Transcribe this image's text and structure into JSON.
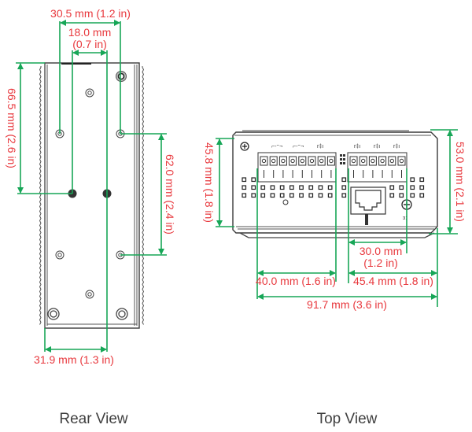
{
  "views": {
    "rear": {
      "caption": "Rear View",
      "dimensions": {
        "top_width": "30.5 mm (1.2 in)",
        "inner_width_line1": "18.0 mm",
        "inner_width_line2": "(0.7 in)",
        "left_height": "66.5 mm  (2.6 in)",
        "right_height": "62.0 mm  (2.4 in)",
        "bottom_width": "31.9 mm (1.3 in)"
      }
    },
    "top": {
      "caption": "Top View",
      "dimensions": {
        "left_height": "45.8 mm  (1.8 in)",
        "right_height": "53.0 mm  (2.1 in)",
        "port_width_line1": "30.0 mm",
        "port_width_line2": "(1.2 in)",
        "left_section": "40.0 mm  (1.6 in)",
        "right_section": "45.4 mm  (1.8 in)",
        "total_width": "91.7 mm (3.6 in)"
      }
    }
  },
  "colors": {
    "dimension_line": "#17a657",
    "dimension_text": "#e8383d",
    "caption_text": "#404040",
    "outline": "#3a3a3a"
  }
}
